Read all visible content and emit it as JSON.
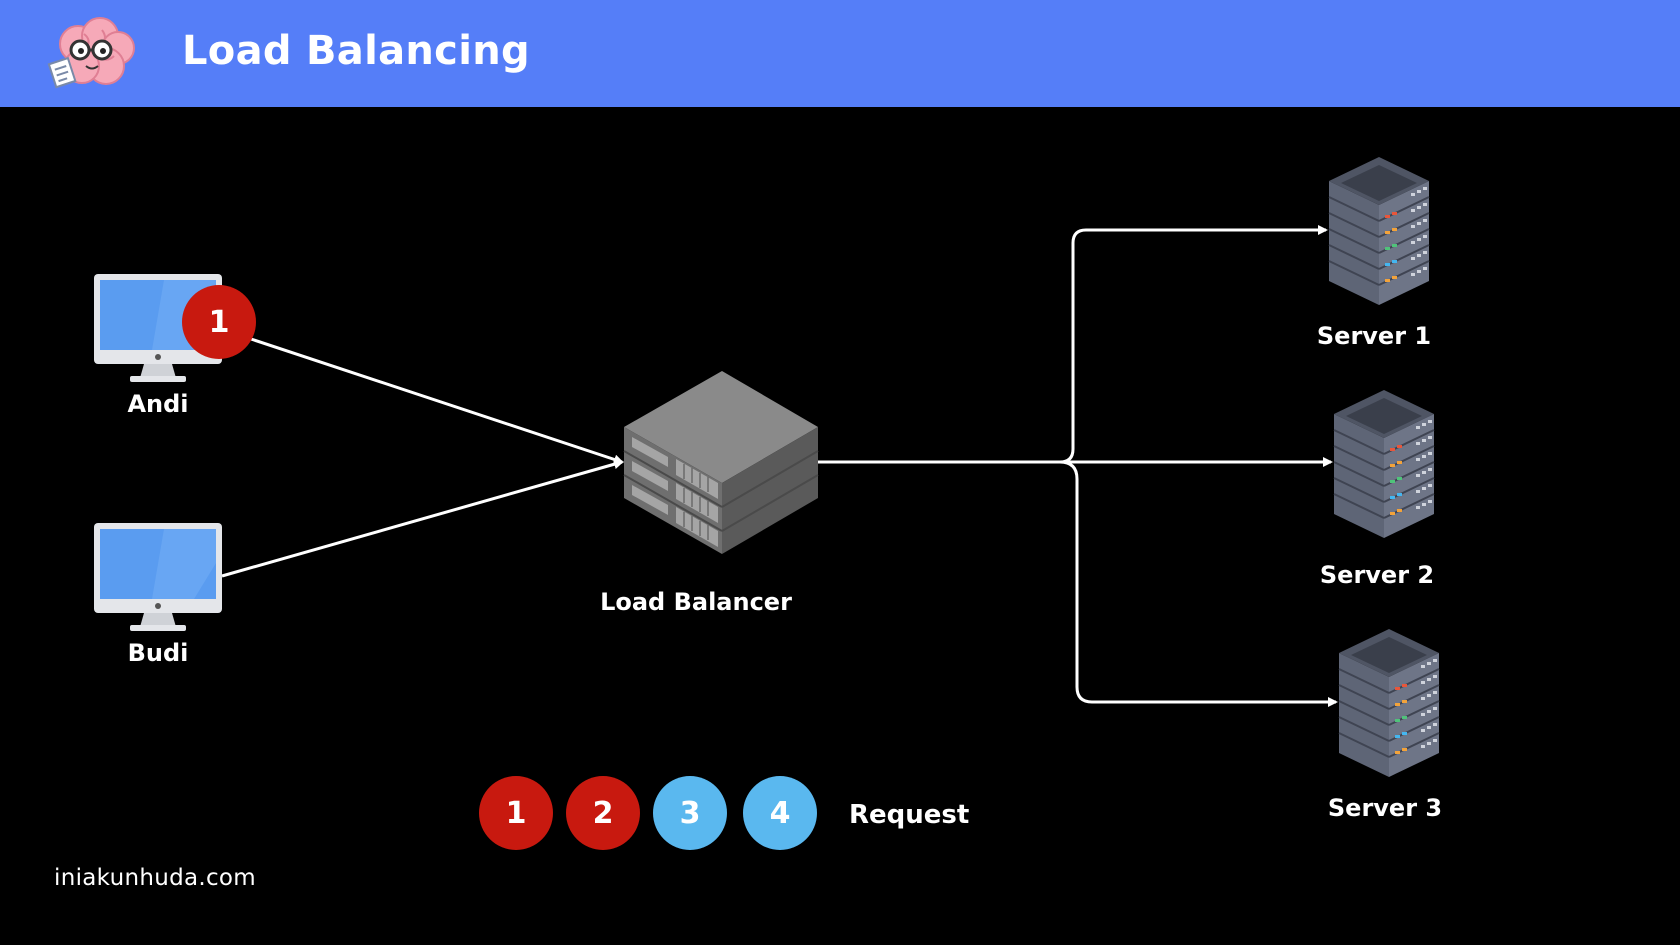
{
  "header": {
    "title": "Load Balancing"
  },
  "clients": [
    {
      "name": "Andi"
    },
    {
      "name": "Budi"
    }
  ],
  "load_balancer": {
    "label": "Load Balancer"
  },
  "servers": [
    {
      "label": "Server 1"
    },
    {
      "label": "Server 2"
    },
    {
      "label": "Server 3"
    }
  ],
  "active_request": {
    "number": "1",
    "color": "#c8190f"
  },
  "legend": {
    "items": [
      {
        "number": "1",
        "color": "#c8190f"
      },
      {
        "number": "2",
        "color": "#c8190f"
      },
      {
        "number": "3",
        "color": "#5ab8ef"
      },
      {
        "number": "4",
        "color": "#5ab8ef"
      }
    ],
    "label": "Request"
  },
  "footer": {
    "site": "iniakunhuda.com"
  },
  "colors": {
    "header_bg": "#557ef8",
    "background": "#000000",
    "connector": "#ffffff",
    "request_red": "#c8190f",
    "request_blue": "#5ab8ef"
  },
  "icons": {
    "logo": "brain-mascot-icon",
    "client": "desktop-monitor-icon",
    "load_balancer": "stacked-network-switch-icon",
    "server": "server-rack-icon"
  }
}
